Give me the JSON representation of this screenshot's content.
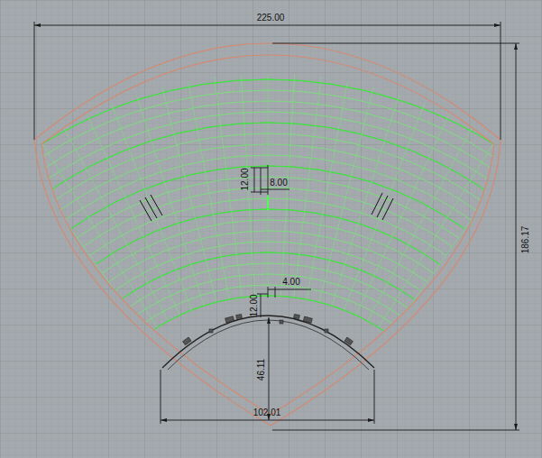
{
  "diagram": {
    "labels": [
      "225.00",
      "12.00",
      "8.00",
      "186.17",
      "4.00",
      "12.00",
      "46.11",
      "102.01"
    ]
  }
}
